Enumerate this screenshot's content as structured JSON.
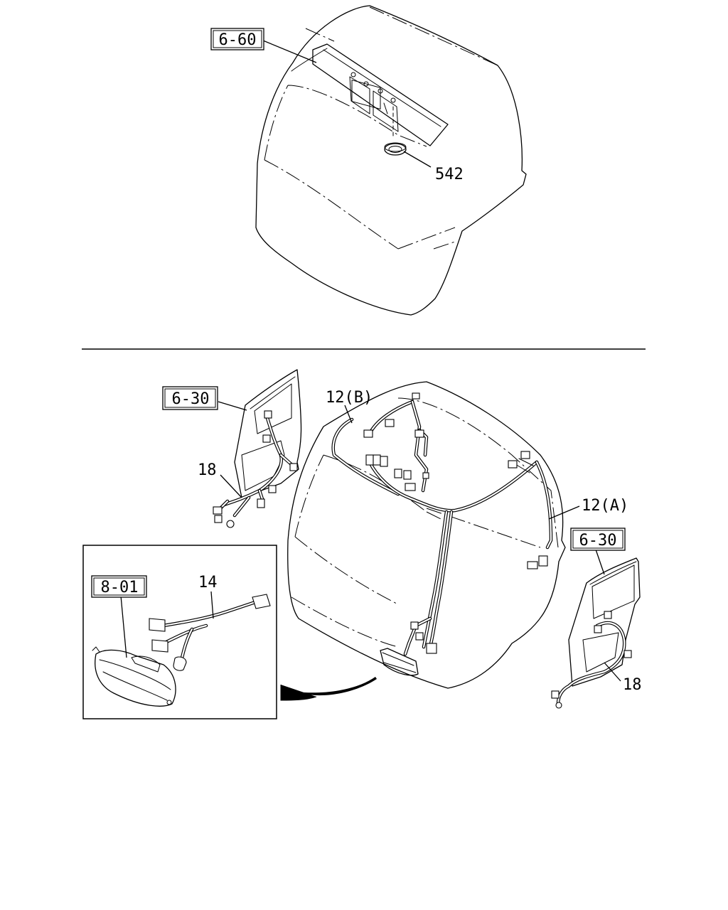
{
  "callouts": {
    "ref_6_60": "6-60",
    "part_542": "542",
    "ref_6_30_left": "6-30",
    "part_18_left": "18",
    "part_12b": "12(B)",
    "part_12a": "12(A)",
    "ref_6_30_right": "6-30",
    "part_18_right": "18",
    "ref_8_01": "8-01",
    "part_14": "14"
  }
}
